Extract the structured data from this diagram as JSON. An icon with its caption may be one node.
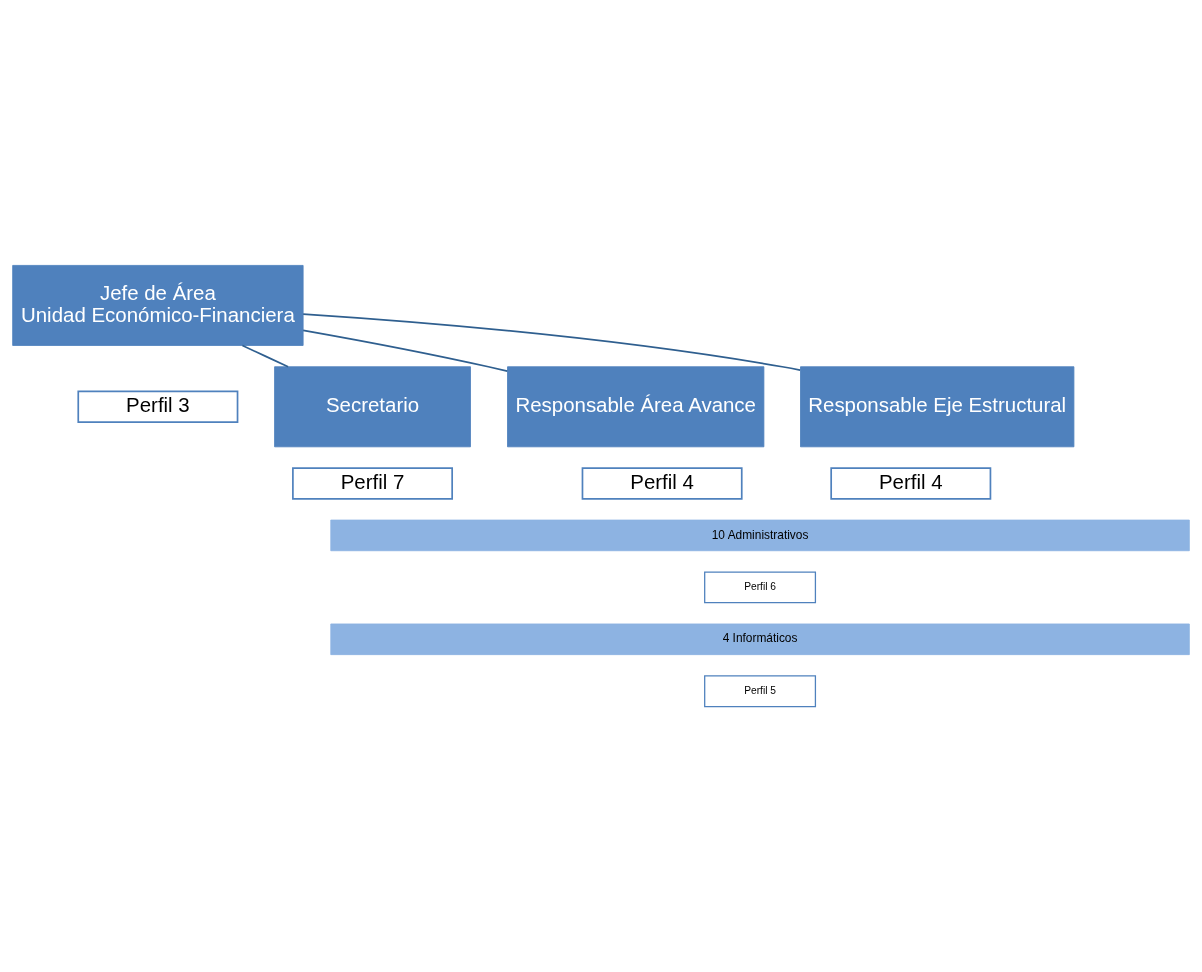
{
  "diagram": {
    "nodes": [
      {
        "text": [
          "Jefe de Área",
          "Unidad Económico-Financiera"
        ]
      },
      {
        "text": [
          "Perfil 3"
        ]
      },
      {
        "text": [
          "Secretario"
        ]
      },
      {
        "text": [
          "Perfil 7"
        ]
      },
      {
        "text": [
          "Responsable Área Avance"
        ]
      },
      {
        "text": [
          "Responsable Eje Estructural"
        ]
      },
      {
        "text": [
          "Perfil 4"
        ]
      },
      {
        "text": [
          "Perfil 4"
        ]
      },
      {
        "text": [
          "10 Administrativos"
        ]
      },
      {
        "text": [
          "Perfil 6"
        ]
      },
      {
        "text": [
          "4 Informáticos"
        ]
      },
      {
        "text": [
          "Perfil 5"
        ]
      }
    ],
    "edges": [
      {
        "from": 0,
        "to": 2,
        "arrow": "none"
      },
      {
        "from": 0,
        "to": 4,
        "arrow": "none"
      },
      {
        "from": 0,
        "to": 5,
        "arrow": "none"
      }
    ]
  }
}
